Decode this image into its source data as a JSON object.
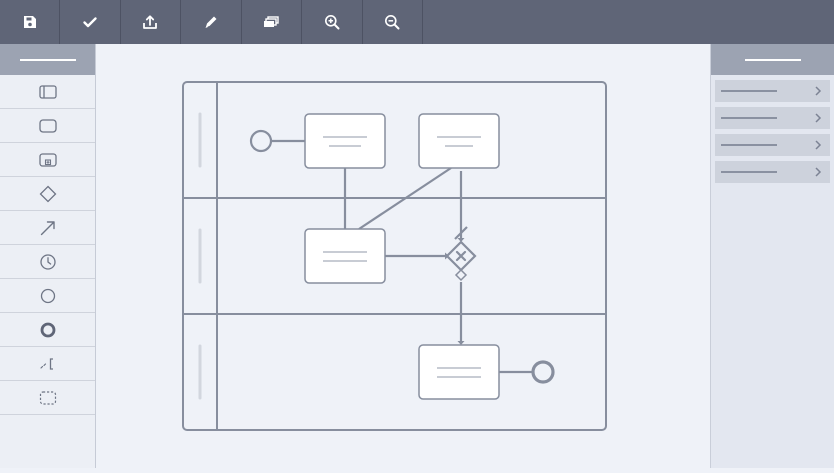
{
  "toolbar": {
    "buttons": [
      "save-icon",
      "check-icon",
      "export-icon",
      "pencil-icon",
      "layers-icon",
      "zoom-in-icon",
      "zoom-out-icon"
    ]
  },
  "palette": {
    "tools": [
      "pool-lane-icon",
      "task-icon",
      "subprocess-icon",
      "gateway-icon",
      "connector-arrow-icon",
      "timer-event-icon",
      "start-event-icon",
      "end-event-icon",
      "annotation-icon",
      "group-icon"
    ]
  },
  "properties": {
    "row_count": 4
  },
  "colors": {
    "toolbar_bg": "#5f6577",
    "panel_header": "#9ca3b2",
    "canvas_bg": "#eff2f8",
    "stroke": "#878e9e"
  },
  "diagram": {
    "lanes": 3,
    "tasks": 4,
    "gateway": "exclusive",
    "events": [
      "start",
      "end"
    ]
  }
}
